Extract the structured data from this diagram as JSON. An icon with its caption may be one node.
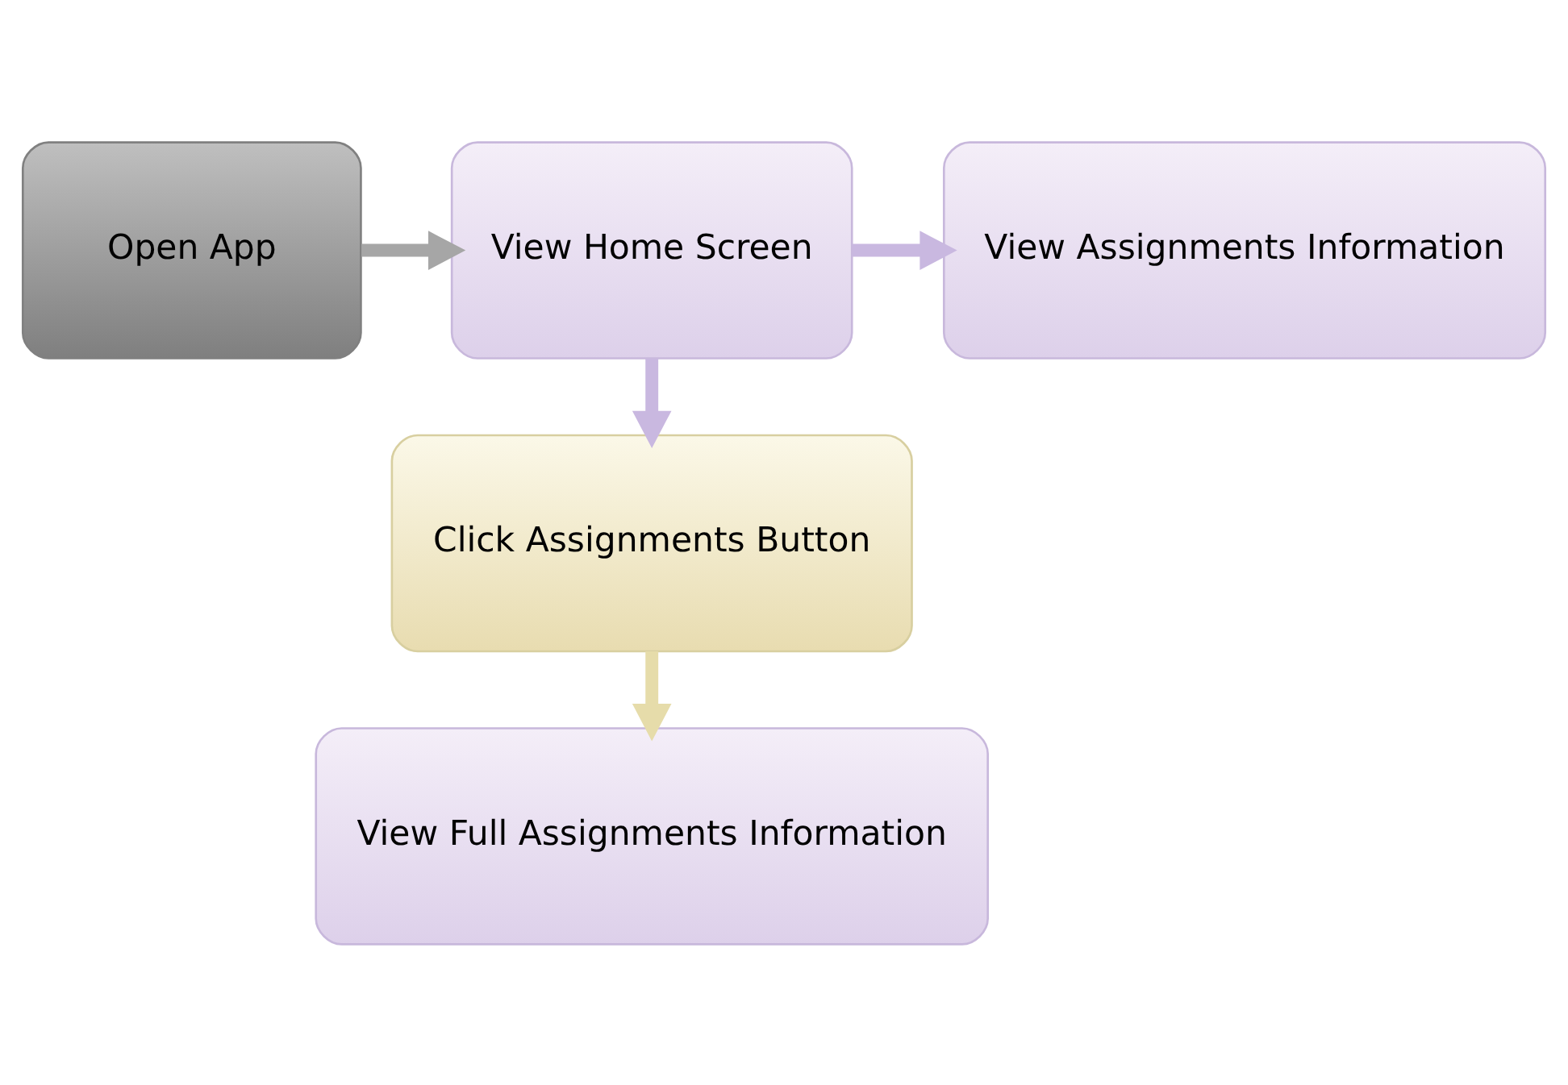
{
  "diagram": {
    "nodes": [
      {
        "text": [
          "Open App"
        ]
      },
      {
        "text": [
          "View Home Screen"
        ]
      },
      {
        "text": [
          "View Assignments Information"
        ]
      },
      {
        "text": [
          "Click Assignments Button"
        ]
      },
      {
        "text": [
          "View Full Assignments Information"
        ]
      }
    ],
    "edges": [
      {
        "from": 0,
        "to": 1,
        "arrow": "to",
        "color": "#a6a6a6"
      },
      {
        "from": 1,
        "to": 2,
        "arrow": "to"
      },
      {
        "from": 1,
        "to": 3,
        "arrow": "to"
      },
      {
        "from": 3,
        "to": 4,
        "arrow": "to",
        "color": "#e6dcaa"
      }
    ]
  }
}
